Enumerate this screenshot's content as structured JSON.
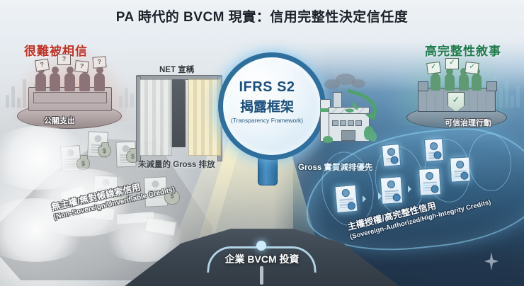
{
  "title": "PA 時代的 BVCM 現實：信用完整性決定信任度",
  "left_scene": {
    "headline": "很難被相信",
    "podium_label": "公關支出",
    "sign_glyph": "?",
    "credits_label_cn": "無主權/無對帳線索信用",
    "credits_label_en": "(Non-Sovereign/Unverifiable Credits)",
    "money_glyph": "$"
  },
  "right_scene": {
    "headline": "高完整性敘事",
    "fort_label": "可信治理行動",
    "sign_glyph": "✓",
    "shield_glyph": "✓",
    "credits_label_cn": "主權授權/高完整性信用",
    "credits_label_en": "(Sovereign-Authorized/High-Integrity Credits)"
  },
  "center": {
    "net_claim_label": "NET 宣稱",
    "gross_left_label": "未減量的 Gross 排放",
    "gross_right_label": "Gross 實質減排優先",
    "magnifier_line1": "IFRS S2",
    "magnifier_line2": "揭露框架",
    "magnifier_line3": "(Transparency Framework)",
    "bottom_label": "企業 BVCM 投資"
  },
  "colors": {
    "title": "#1b222b",
    "red_headline": "#bf2f23",
    "green_headline": "#1f7a4d",
    "magnifier_text": "#1b4f7e",
    "magnifier_ring": "#2f6f9e",
    "beam": "#fff6c8",
    "tunnel_glow": "#8fd0f5",
    "green_accent": "#4fa26e"
  }
}
